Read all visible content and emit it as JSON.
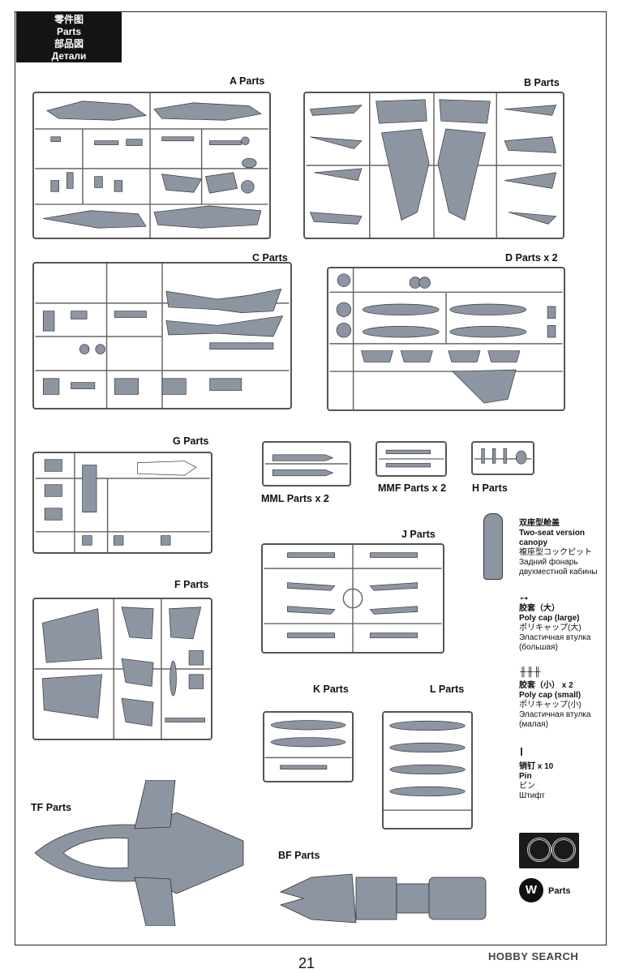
{
  "header": {
    "line1": "零件图",
    "line2": "Parts",
    "line3": "部品図",
    "line4": "Детали"
  },
  "sprues": {
    "a": "A  Parts",
    "b": "B  Parts",
    "c": "C  Parts",
    "d": "D  Parts x 2",
    "g": "G  Parts",
    "mml": "MML  Parts x 2",
    "mmf": "MMF  Parts x 2",
    "h": "H  Parts",
    "j": "J  Parts",
    "f": "F  Parts",
    "k": "K  Parts",
    "l": "L  Parts",
    "tf": "TF  Parts",
    "bf": "BF  Parts",
    "w": "Parts"
  },
  "legend": {
    "canopy": {
      "zh": "双座型舱盖",
      "en": "Two-seat version canopy",
      "ja": "複座型コックピット",
      "ru": "Задний фонарь двухместной кабины"
    },
    "polycap_large": {
      "zh": "胶套（大）",
      "en": "Poly cap (large)",
      "ja": "ポリキャップ(大)",
      "ru": "Эластичная втулка (большая)"
    },
    "polycap_small": {
      "zh": "胶套（小）  x 2",
      "en": "Poly cap (small)",
      "ja": "ポリキャップ(小)",
      "ru": "Эластичная втулка (малая)"
    },
    "pin": {
      "zh": "销钉 x 10",
      "en": "Pin",
      "ja": "ピン",
      "ru": "Штифт"
    }
  },
  "w_letter": "W",
  "page_number": "21",
  "watermark": "HOBBY SEARCH",
  "colors": {
    "part": "#8d95a3",
    "sprue": "#555555",
    "frame": "#222222"
  }
}
